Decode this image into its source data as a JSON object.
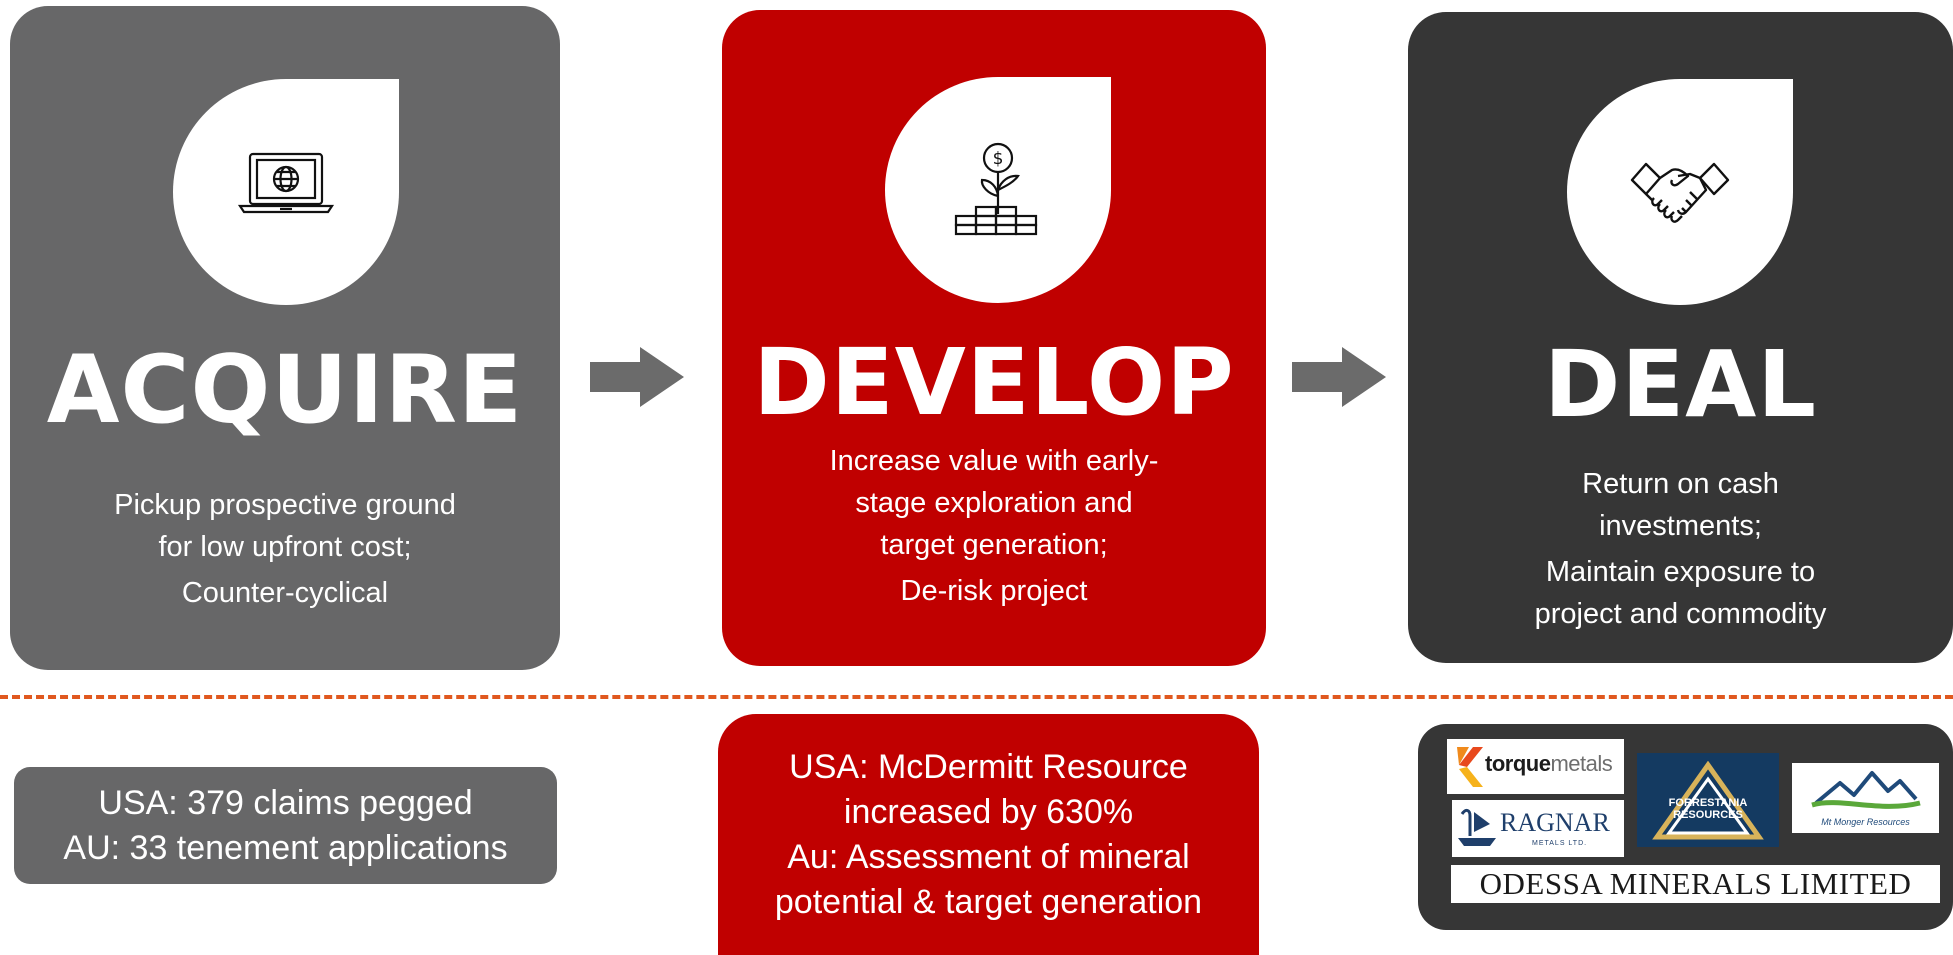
{
  "stages": [
    {
      "title": "ACQUIRE",
      "icon": "laptop-globe-icon",
      "description": [
        "Pickup prospective ground",
        "for low upfront cost;",
        "Counter-cyclical"
      ],
      "color": "#676768"
    },
    {
      "title": "DEVELOP",
      "icon": "money-plant-icon",
      "description": [
        "Increase value with early-",
        "stage exploration and",
        "target generation;",
        "De-risk project"
      ],
      "color": "#c00000"
    },
    {
      "title": "DEAL",
      "icon": "handshake-icon",
      "description": [
        "Return on cash",
        "investments;",
        "Maintain exposure to",
        "project and commodity"
      ],
      "color": "#363636"
    }
  ],
  "arrows": [
    {
      "icon": "right-arrow-icon"
    },
    {
      "icon": "right-arrow-icon"
    }
  ],
  "divider_color": "#e0581f",
  "results": {
    "acquire": [
      "USA: 379 claims pegged",
      "AU: 33 tenement applications"
    ],
    "develop": [
      "USA: McDermitt Resource",
      "increased by 630%",
      "Au: Assessment of mineral",
      "potential & target generation"
    ],
    "deal_logos": {
      "torque": {
        "brand_bold": "torque",
        "brand_light": "metals"
      },
      "ragnar": {
        "name": "RAGNAR",
        "sub": "METALS LTD."
      },
      "forrestania": {
        "line1": "FORRESTANIA",
        "line2": "RESOURCES"
      },
      "mt_monger": {
        "name": "Mt Monger Resources"
      },
      "odessa": {
        "name": "ODESSA MINERALS LIMITED"
      }
    }
  }
}
